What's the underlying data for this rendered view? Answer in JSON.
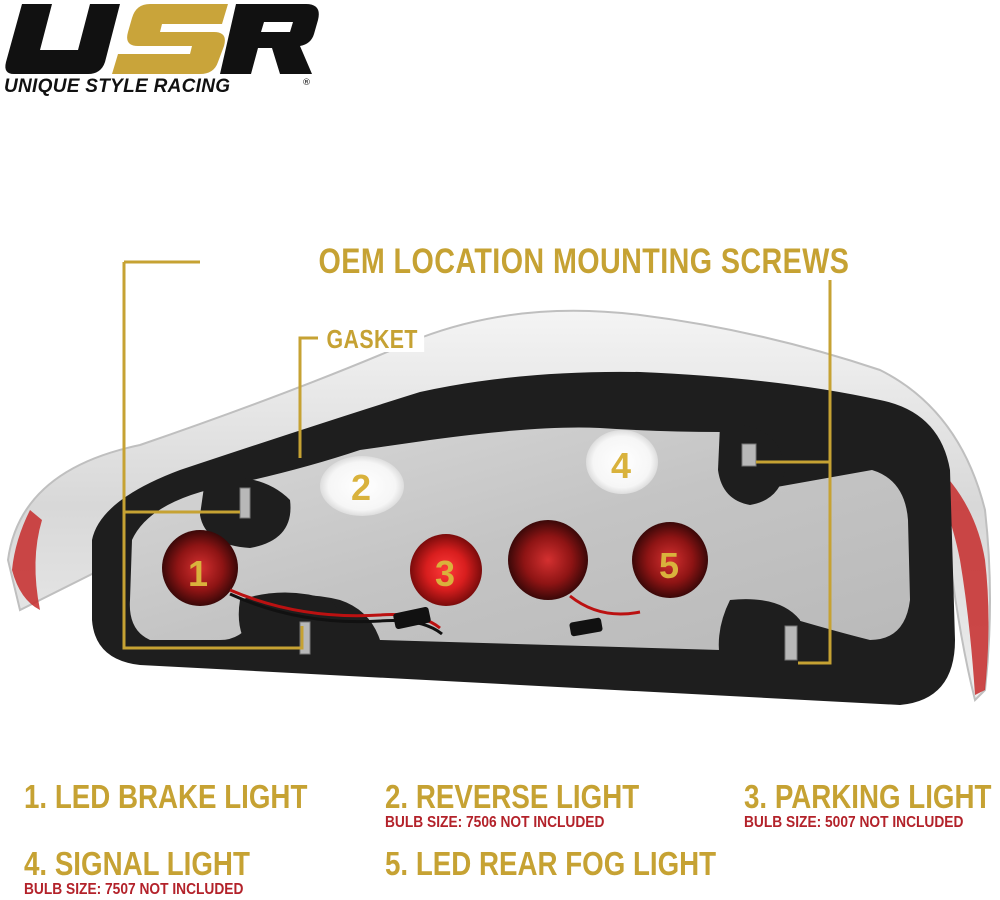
{
  "logo": {
    "mark_text": "USR",
    "brand_name": "UNIQUE STYLE RACING",
    "registered_symbol": "®"
  },
  "callouts": {
    "mounting_screws": "OEM LOCATION MOUNTING SCREWS",
    "gasket": "GASKET"
  },
  "bulb_numbers": [
    "1",
    "2",
    "3",
    "4",
    "5"
  ],
  "legend": [
    {
      "title": "1. LED BRAKE LIGHT",
      "bulb": ""
    },
    {
      "title": "2. REVERSE LIGHT",
      "bulb": "BULB SIZE: 7506 NOT INCLUDED"
    },
    {
      "title": "3. PARKING LIGHT",
      "bulb": "BULB SIZE: 5007 NOT INCLUDED"
    },
    {
      "title": "4. SIGNAL LIGHT",
      "bulb": "BULB SIZE: 7507 NOT INCLUDED"
    },
    {
      "title": "5. LED REAR FOG LIGHT",
      "bulb": ""
    }
  ],
  "colors": {
    "gold": "#c6a233",
    "red_text": "#b3222a",
    "gasket": "#222222",
    "housing": "#cfcfcf"
  }
}
